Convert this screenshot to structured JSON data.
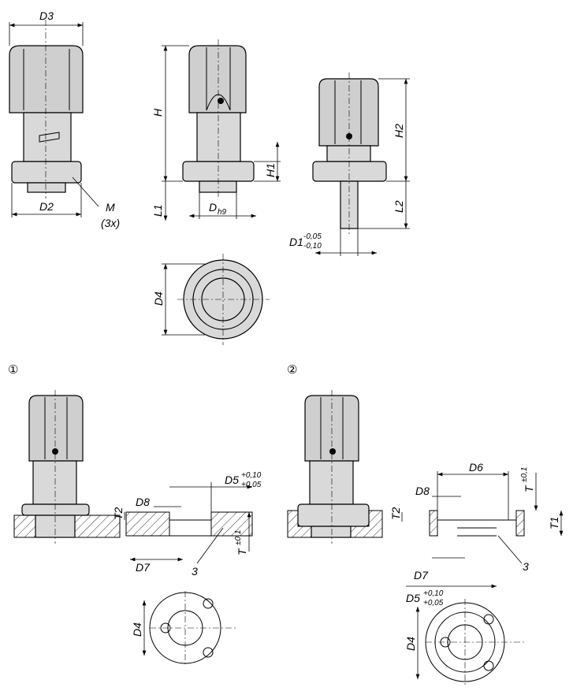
{
  "labels": {
    "d3": "D3",
    "h": "H",
    "h2": "H2",
    "h1": "H1",
    "l1": "L1",
    "l2": "L2",
    "d2": "D2",
    "m": "M",
    "m_count": "(3x)",
    "d": "D",
    "d_tol": "h9",
    "d1": "D1",
    "d1_tol_upper": "-0,05",
    "d1_tol_lower": "-0,10",
    "d4": "D4"
  },
  "variant1": {
    "marker": "①",
    "d5": "D5",
    "d5_tol_upper": "+0,10",
    "d5_tol_lower": "+0,05",
    "d8": "D8",
    "t2": "T2",
    "d7": "D7",
    "ref": "3",
    "t": "T",
    "t_tol": "±0,1",
    "d4": "D4"
  },
  "variant2": {
    "marker": "②",
    "d6": "D6",
    "d8": "D8",
    "t2": "T2",
    "t": "T",
    "t_tol": "±0,1",
    "t1": "T1",
    "d7": "D7",
    "d5": "D5",
    "d5_tol_upper": "+0,10",
    "d5_tol_lower": "+0,05",
    "ref": "3",
    "d4": "D4"
  }
}
